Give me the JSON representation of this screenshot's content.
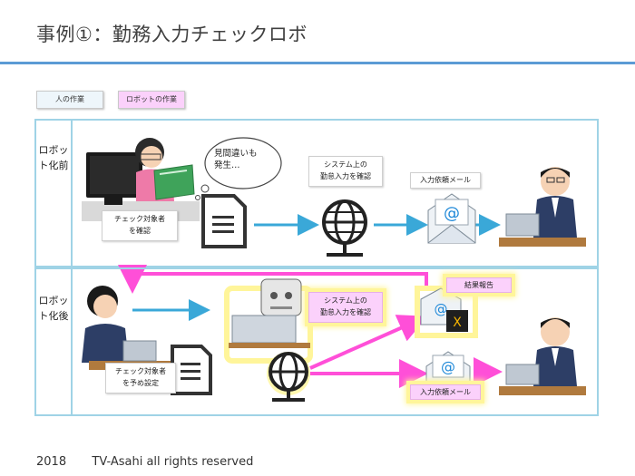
{
  "title": "事例①：勤務入力チェックロボ",
  "legend": {
    "human": "人の作業",
    "robot": "ロボットの作業"
  },
  "rows": {
    "before": {
      "label": "ロボット化前",
      "thought_line1": "見間違いも",
      "thought_line2": "発生…",
      "check_line1": "チェック対象者",
      "check_line2": "を確認",
      "system_line1": "システム上の",
      "system_line2": "勤怠入力を確認",
      "mail_label": "入力依頼メール"
    },
    "after": {
      "label": "ロボット化後",
      "check_line1": "チェック対象者",
      "check_line2": "を予め設定",
      "system_line1": "システム上の",
      "system_line2": "勤怠入力を確認",
      "report_label": "結果報告",
      "mail_label": "入力依頼メール"
    }
  },
  "colors": {
    "title_rule": "#5b9bd5",
    "panel_border": "#9fd3e6",
    "human_arrow": "#3aa8d8",
    "robot_arrow": "#ff4fd8",
    "highlight": "#fff59a",
    "robot_box": "#fbd1fb"
  },
  "footer": {
    "year": "2018",
    "rights": "TV-Asahi all rights reserved"
  }
}
